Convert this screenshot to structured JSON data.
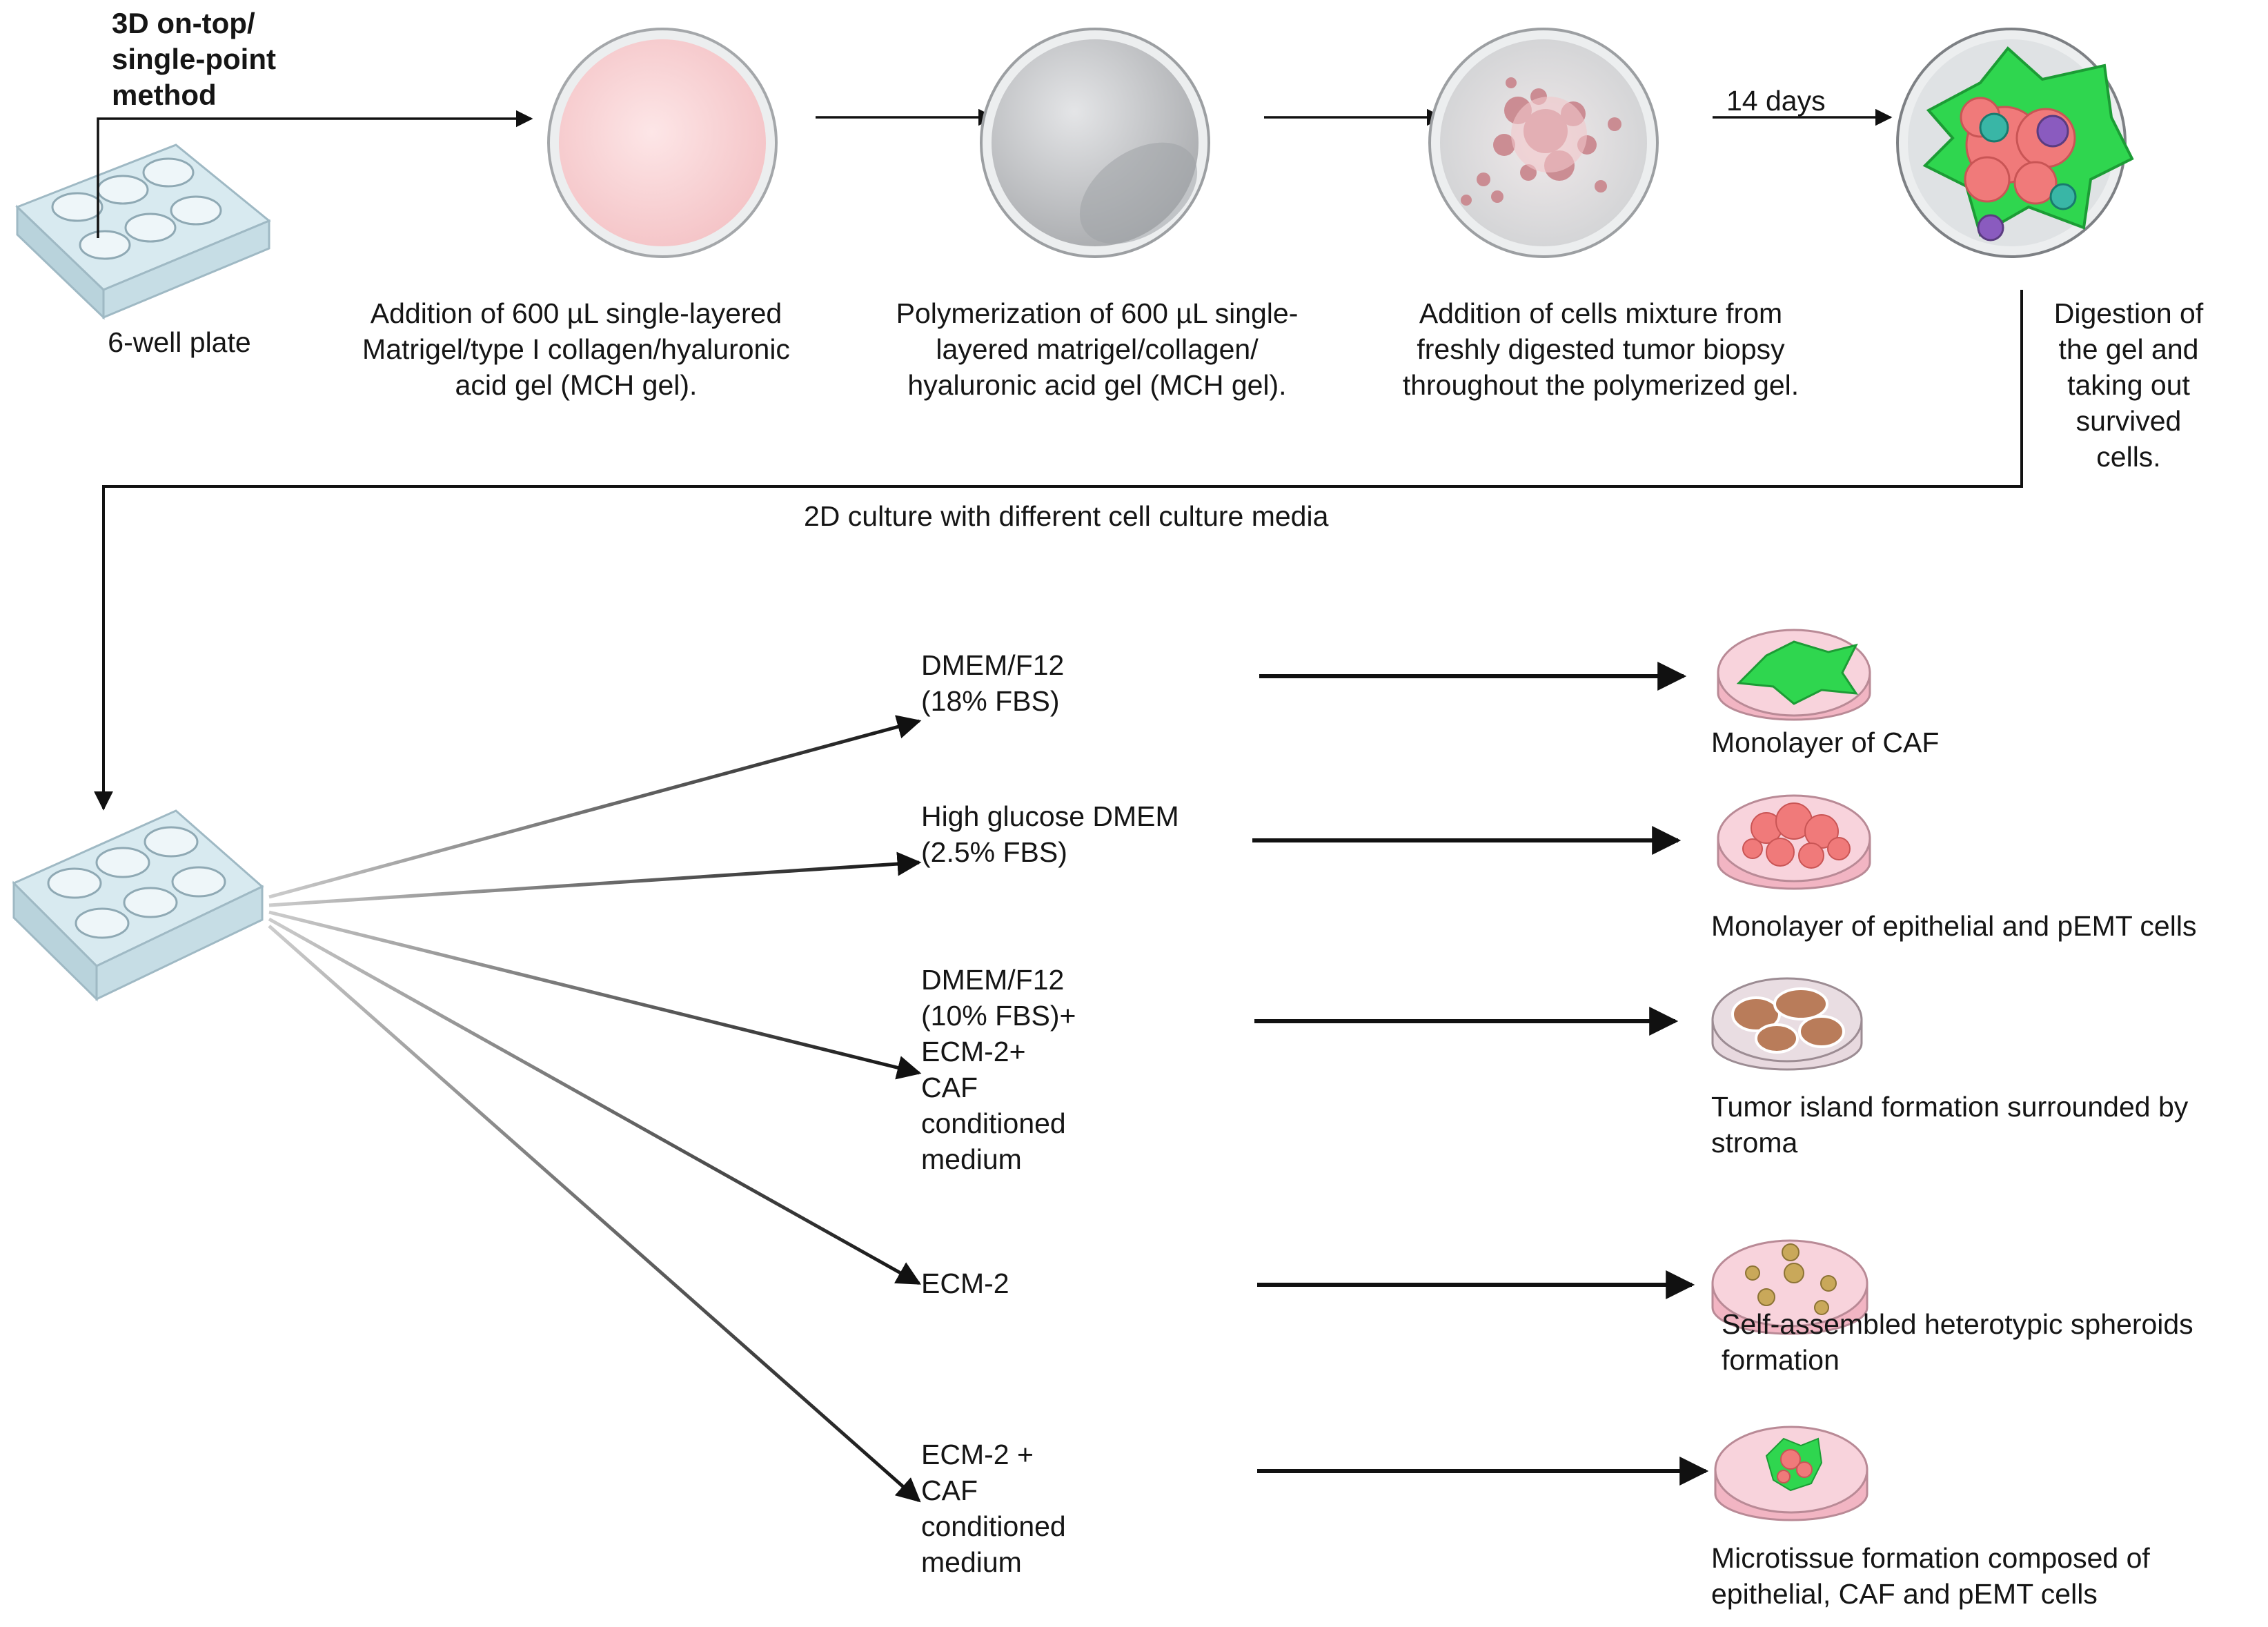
{
  "header": {
    "method_lines": [
      "3D on-top/",
      "single-point",
      "method"
    ]
  },
  "top_flow": {
    "plate_label": "6-well plate",
    "steps": [
      {
        "lines": [
          "Addition of 600  µL single-layered",
          "Matrigel/type I collagen/hyaluronic",
          "acid gel (MCH gel)."
        ]
      },
      {
        "lines": [
          "Polymerization of 600  µL single-",
          "layered matrigel/collagen/",
          "hyaluronic acid gel (MCH gel)."
        ]
      },
      {
        "lines": [
          "Addition of cells mixture  from",
          "freshly digested tumor biopsy",
          "throughout the polymerized gel."
        ]
      }
    ],
    "duration_label": "14 days",
    "final_step_lines": [
      "Digestion of",
      "the  gel and",
      "taking out",
      "survived",
      "cells."
    ]
  },
  "connector_label": "2D culture with different cell culture media",
  "media": [
    {
      "lines": [
        "DMEM/F12",
        "(18% FBS)"
      ],
      "result_lines": [
        "Monolayer of CAF"
      ]
    },
    {
      "lines": [
        "High glucose DMEM",
        "(2.5% FBS)"
      ],
      "result_lines": [
        "Monolayer of  epithelial and pEMT cells"
      ]
    },
    {
      "lines": [
        "DMEM/F12",
        "(10% FBS)+",
        "ECM-2+",
        "CAF",
        "conditioned",
        "medium"
      ],
      "result_lines": [
        "Tumor island formation surrounded by",
        "stroma"
      ]
    },
    {
      "lines": [
        "ECM-2"
      ],
      "result_lines": [
        "Self-assembled heterotypic spheroids",
        "formation"
      ]
    },
    {
      "lines": [
        "ECM-2 +",
        "CAF",
        "conditioned",
        "medium"
      ],
      "result_lines": [
        "Microtissue formation composed of",
        "epithelial, CAF and pEMT cells"
      ]
    }
  ],
  "colors": {
    "plate": "#cfe3ea",
    "gel_pink": "#f9d4d6",
    "gel_grey": "#c8c9cb",
    "caf_green": "#2fd64f",
    "tumor_red": "#f07a7a",
    "dish_pink": "#f6c6d0"
  }
}
